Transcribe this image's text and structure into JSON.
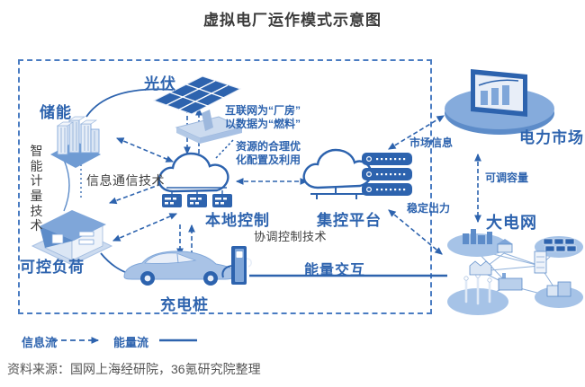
{
  "title": "虚拟电厂运作模式示意图",
  "source": "资料来源：国网上海经研院，36氪研究院整理",
  "colors": {
    "primary_blue": "#2d63ae",
    "mid_blue": "#7fa6d9",
    "light_blue": "#ccdbef",
    "title_gray": "#3b3b3b",
    "source_gray": "#555555"
  },
  "nodes": {
    "pv": {
      "label": "光伏"
    },
    "storage": {
      "label": "储能"
    },
    "load": {
      "label": "可控负荷"
    },
    "charger": {
      "label": "充电桩"
    },
    "local_control": {
      "label": "本地控制"
    },
    "control_platform": {
      "label": "集控平台"
    },
    "power_market": {
      "label": "电力市场"
    },
    "main_grid": {
      "label": "大电网"
    }
  },
  "annotations": {
    "internet_note": "互联网为“厂房”\n以数据为“燃料”",
    "resource_note": "资源的合理优\n化配置及利用",
    "ict": "信息通信技术",
    "smart_metering": "智能计量技术",
    "coordination": "协调控制技术",
    "market_info": "市场信息",
    "adjustable_capacity": "可调容量",
    "stable_output": "稳定出力",
    "energy_exchange": "能量交互"
  },
  "legend": {
    "info_flow": "信息流",
    "energy_flow": "能量流"
  },
  "icons": {
    "pv": "solar-panel-icon",
    "storage": "battery-bank-icon",
    "load": "house-icon",
    "charger": "ev-car-charging-icon",
    "local_control": "cloud-servers-icon",
    "control_platform": "cloud-rack-icon",
    "power_market": "market-chart-platform-icon",
    "main_grid": "grid-network-icon"
  }
}
